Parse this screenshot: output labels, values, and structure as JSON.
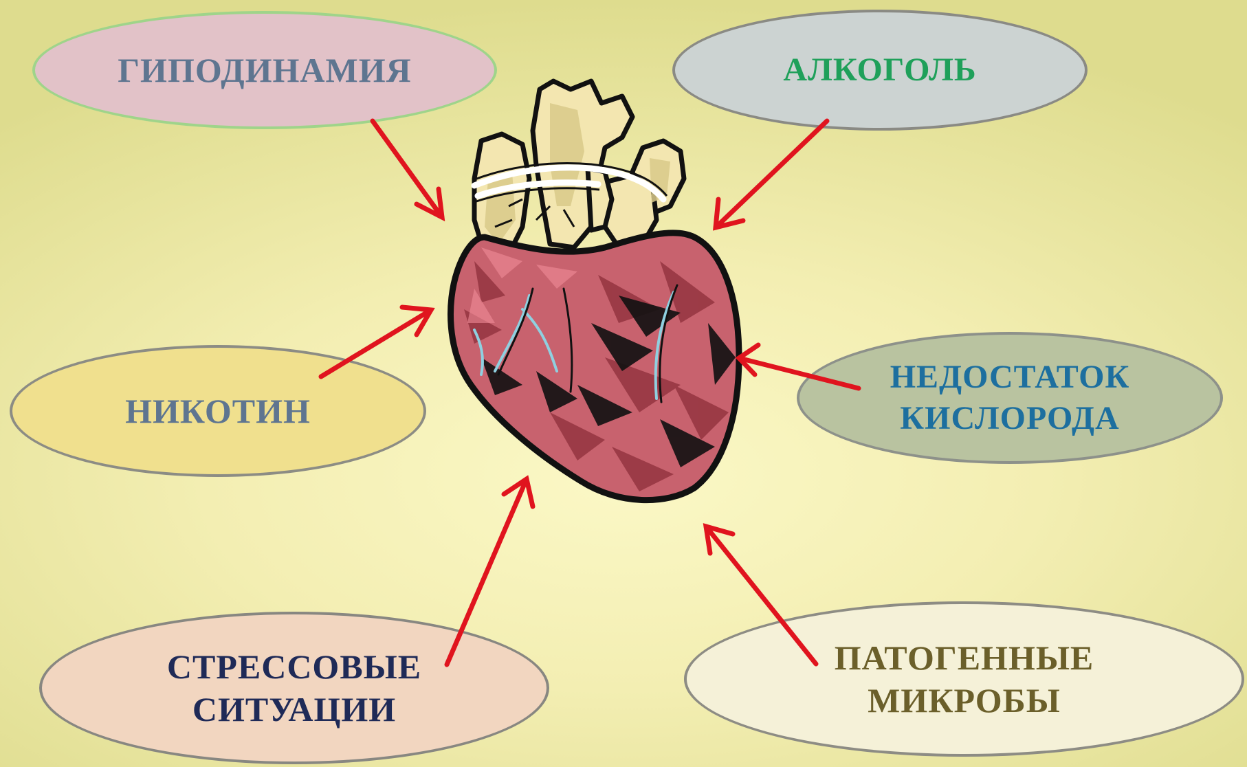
{
  "factors": {
    "hypodynamia": "ГИПОДИНАМИЯ",
    "alcohol": "АЛКОГОЛЬ",
    "nicotine": "НИКОТИН",
    "oxygen_line1": "НЕДОСТАТОК",
    "oxygen_line2": "КИСЛОРОДА",
    "stress_line1": "СТРЕССОВЫЕ",
    "stress_line2": "СИТУАЦИИ",
    "microbes_line1": "ПАТОГЕННЫЕ",
    "microbes_line2": "МИКРОБЫ"
  },
  "colors": {
    "arrow": "#e0141e",
    "heart_muscle": "#c8626e",
    "heart_vessels": "#f3e6b0",
    "heart_outline": "#111111"
  },
  "icons": {
    "center": "heart-illustration",
    "connectors": "arrow-icon"
  }
}
